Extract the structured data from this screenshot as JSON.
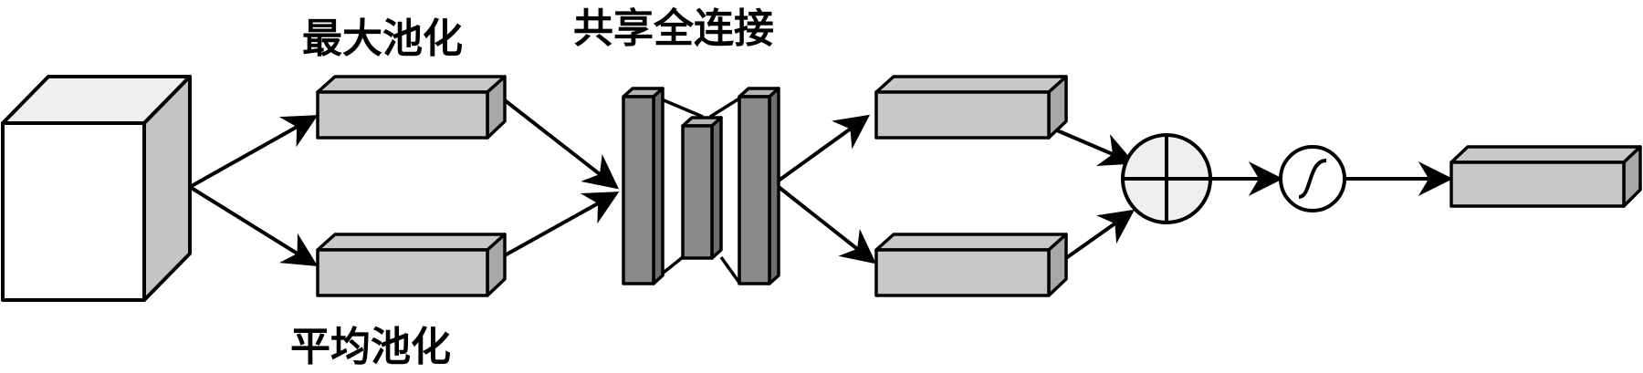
{
  "labels": {
    "max_pool": "最大池化",
    "avg_pool": "平均池化",
    "shared_fc": "共享全连接"
  },
  "colors": {
    "box_fill": "#c8c8c8",
    "box_side": "#a8a8a8",
    "fc_fill": "#8a8a8a",
    "fc_side": "#6e6e6e",
    "fc_top": "#b4b4b4",
    "input_front": "#ffffff",
    "input_top": "#efefef",
    "input_side": "#c4c4c4",
    "adder_fill": "#efefef",
    "stroke": "#000000"
  }
}
